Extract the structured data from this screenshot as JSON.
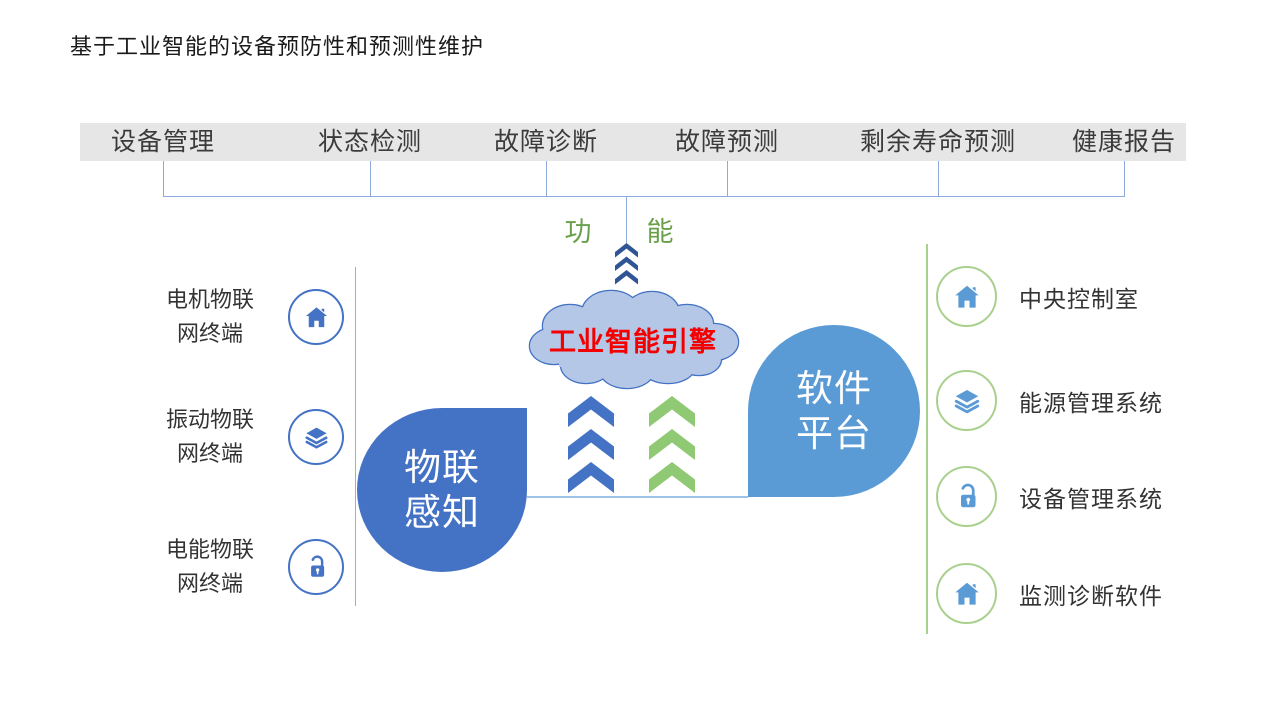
{
  "title": "基于工业智能的设备预防性和预测性维护",
  "function_bar": {
    "items": [
      "设备管理",
      "状态检测",
      "故障诊断",
      "故障预测",
      "剩余寿命预测",
      "健康报告"
    ]
  },
  "function_label": {
    "left": "功",
    "right": "能"
  },
  "cloud": {
    "label": "工业智能引擎"
  },
  "left_blob": {
    "line1": "物联",
    "line2": "感知"
  },
  "right_blob": {
    "line1": "软件",
    "line2": "平台"
  },
  "left_panel": {
    "items": [
      {
        "line1": "电机物联",
        "line2": "网终端",
        "icon": "home-icon"
      },
      {
        "line1": "振动物联",
        "line2": "网终端",
        "icon": "layers-icon"
      },
      {
        "line1": "电能物联",
        "line2": "网终端",
        "icon": "unlock-icon"
      }
    ]
  },
  "right_panel": {
    "items": [
      {
        "label": "中央控制室",
        "icon": "home-icon"
      },
      {
        "label": "能源管理系统",
        "icon": "layers-icon"
      },
      {
        "label": "设备管理系统",
        "icon": "unlock-icon"
      },
      {
        "label": "监测诊断软件",
        "icon": "home-icon"
      }
    ]
  },
  "colors": {
    "bar_bg": "#E7E6E6",
    "connector_blue": "#8EA9DC",
    "function_green": "#6BA04A",
    "small_chevron_blue": "#2F5597",
    "cloud_fill": "#B4C7E7",
    "cloud_stroke": "#4472C4",
    "engine_red": "#F40000",
    "big_chevron_blue": "#4472C4",
    "big_chevron_green": "#8FC973",
    "left_blob_fill": "#4472C4",
    "right_blob_fill": "#5B9BD5",
    "right_accent_green": "#A9D18E"
  }
}
